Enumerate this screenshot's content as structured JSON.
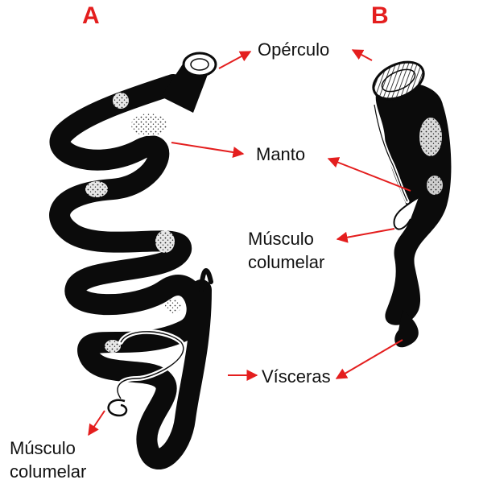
{
  "panels": {
    "a": "A",
    "b": "B"
  },
  "labels": {
    "operculo": "Opérculo",
    "manto": "Manto",
    "musculo_b_line1": "Músculo",
    "musculo_b_line2": "columelar",
    "visceras": "Vísceras",
    "musculo_a_line1": "Músculo",
    "musculo_a_line2": "columelar"
  },
  "colors": {
    "arrow": "#e41e1e",
    "ink": "#111111",
    "paper": "#ffffff"
  }
}
